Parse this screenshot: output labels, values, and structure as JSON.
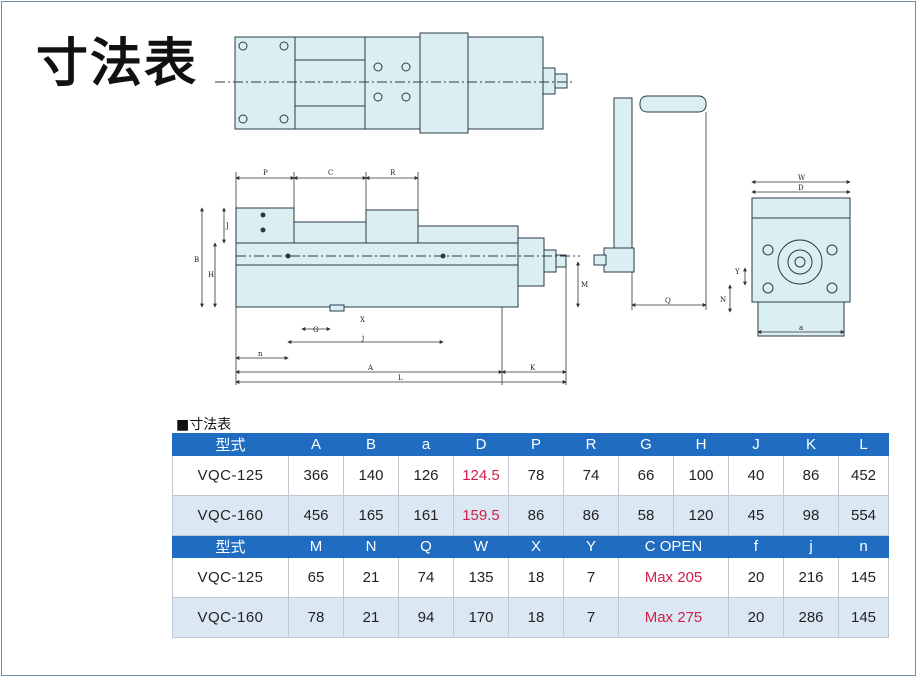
{
  "page": {
    "title": "寸法表"
  },
  "drawing": {
    "labels": {
      "P": "P",
      "C": "C",
      "R": "R",
      "J": "J",
      "H": "H",
      "B": "B",
      "G": "G",
      "X": "X",
      "j": "j",
      "n": "n",
      "A": "A",
      "L": "L",
      "K": "K",
      "M": "M",
      "Q": "Q",
      "W": "W",
      "D": "D",
      "Y": "Y",
      "N": "N",
      "a": "a"
    }
  },
  "table": {
    "caption": "■寸法表",
    "header1": [
      "型式",
      "A",
      "B",
      "a",
      "D",
      "P",
      "R",
      "G",
      "H",
      "J",
      "K",
      "L"
    ],
    "rows1": [
      [
        "VQC-125",
        "366",
        "140",
        "126",
        "124.5",
        "78",
        "74",
        "66",
        "100",
        "40",
        "86",
        "452"
      ],
      [
        "VQC-160",
        "456",
        "165",
        "161",
        "159.5",
        "86",
        "86",
        "58",
        "120",
        "45",
        "98",
        "554"
      ]
    ],
    "header2": [
      "型式",
      "M",
      "N",
      "Q",
      "W",
      "X",
      "Y",
      "C OPEN",
      "f",
      "j",
      "n"
    ],
    "rows2": [
      [
        "VQC-125",
        "65",
        "21",
        "74",
        "135",
        "18",
        "7",
        "Max 205",
        "20",
        "216",
        "145"
      ],
      [
        "VQC-160",
        "78",
        "21",
        "94",
        "170",
        "18",
        "7",
        "Max 275",
        "20",
        "286",
        "145"
      ]
    ],
    "highlight_color": "#d0204a",
    "header_color": "#1f6cc0"
  }
}
